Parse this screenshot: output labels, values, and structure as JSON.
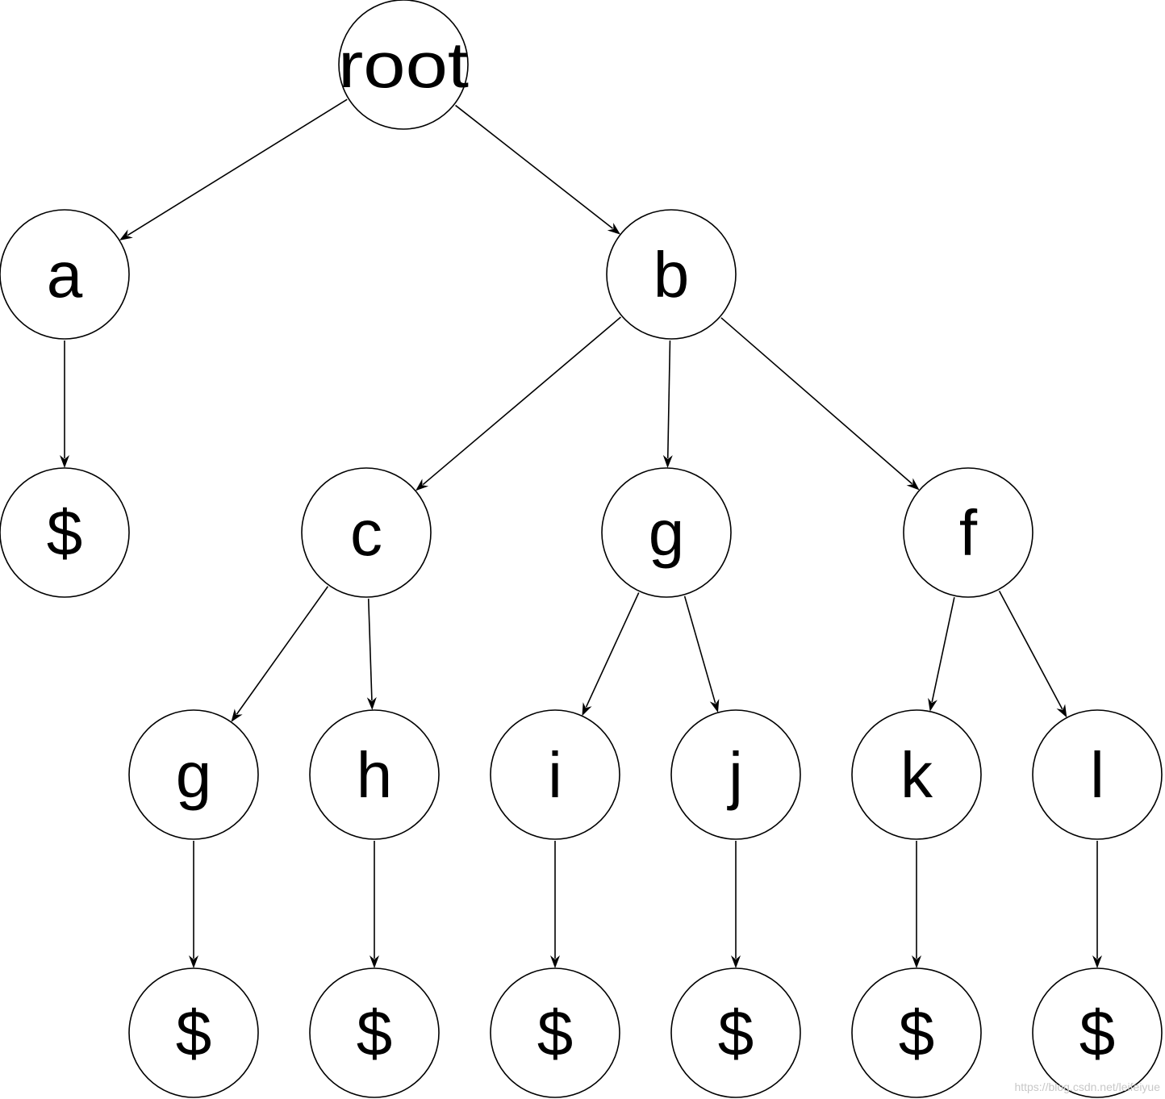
{
  "diagram": {
    "type": "tree",
    "nodes": [
      {
        "id": "root",
        "label": "root"
      },
      {
        "id": "a",
        "label": "a"
      },
      {
        "id": "b",
        "label": "b"
      },
      {
        "id": "a_end",
        "label": "$"
      },
      {
        "id": "c",
        "label": "c"
      },
      {
        "id": "g1",
        "label": "g"
      },
      {
        "id": "f",
        "label": "f"
      },
      {
        "id": "g2",
        "label": "g"
      },
      {
        "id": "h",
        "label": "h"
      },
      {
        "id": "i",
        "label": "i"
      },
      {
        "id": "j",
        "label": "j"
      },
      {
        "id": "k",
        "label": "k"
      },
      {
        "id": "l",
        "label": "l"
      },
      {
        "id": "g2_end",
        "label": "$"
      },
      {
        "id": "h_end",
        "label": "$"
      },
      {
        "id": "i_end",
        "label": "$"
      },
      {
        "id": "j_end",
        "label": "$"
      },
      {
        "id": "k_end",
        "label": "$"
      },
      {
        "id": "l_end",
        "label": "$"
      }
    ],
    "edges": [
      {
        "from": "root",
        "to": "a"
      },
      {
        "from": "root",
        "to": "b"
      },
      {
        "from": "a",
        "to": "a_end"
      },
      {
        "from": "b",
        "to": "c"
      },
      {
        "from": "b",
        "to": "g1"
      },
      {
        "from": "b",
        "to": "f"
      },
      {
        "from": "c",
        "to": "g2"
      },
      {
        "from": "c",
        "to": "h"
      },
      {
        "from": "g1",
        "to": "i"
      },
      {
        "from": "g1",
        "to": "j"
      },
      {
        "from": "f",
        "to": "k"
      },
      {
        "from": "f",
        "to": "l"
      },
      {
        "from": "g2",
        "to": "g2_end"
      },
      {
        "from": "h",
        "to": "h_end"
      },
      {
        "from": "i",
        "to": "i_end"
      },
      {
        "from": "j",
        "to": "j_end"
      },
      {
        "from": "k",
        "to": "k_end"
      },
      {
        "from": "l",
        "to": "l_end"
      }
    ]
  },
  "watermark": "https://blog.csdn.net/leifeiyue"
}
